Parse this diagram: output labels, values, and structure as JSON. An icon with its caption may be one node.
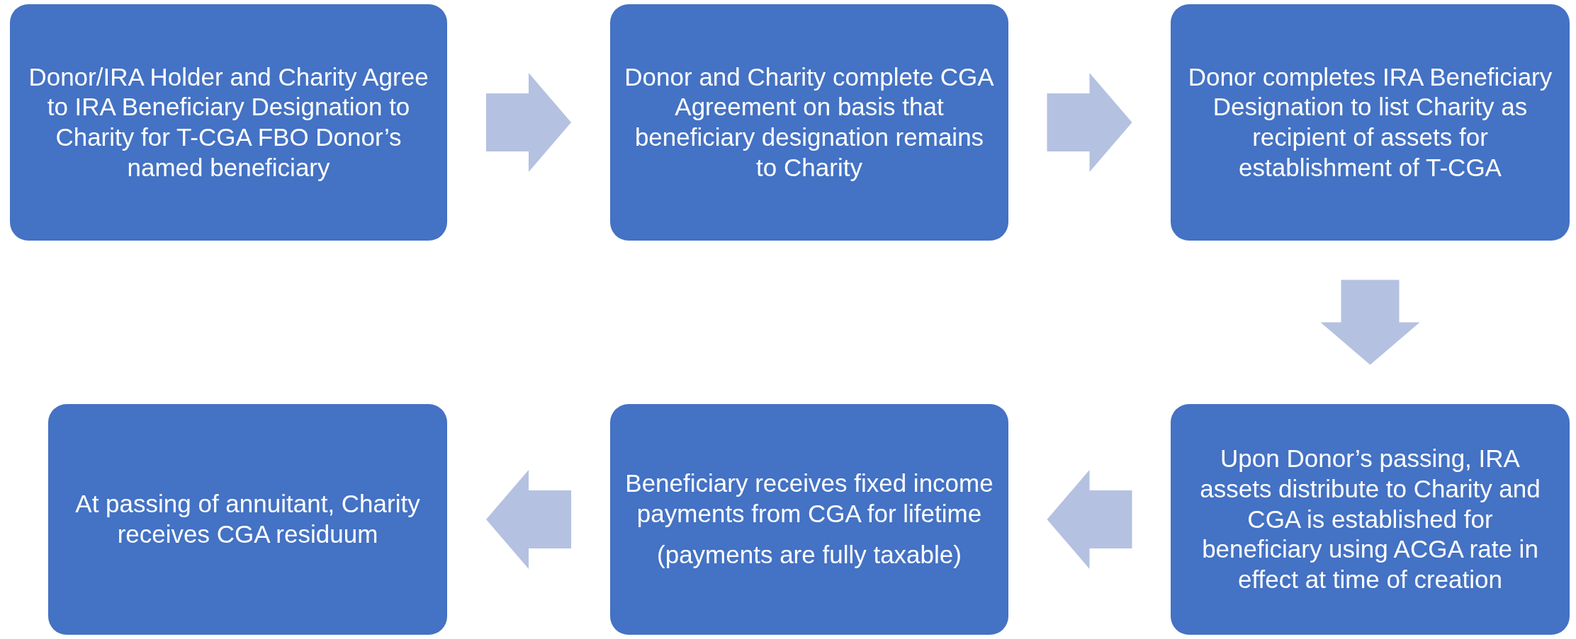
{
  "diagram": {
    "nodes": [
      {
        "text": [
          "Donor/IRA Holder and Charity Agree to IRA Beneficiary Designation to Charity for T-CGA FBO Donor’s named beneficiary"
        ]
      },
      {
        "text": [
          "Donor and Charity complete CGA Agreement on basis that beneficiary designation remains to Charity"
        ]
      },
      {
        "text": [
          "Donor completes IRA Beneficiary Designation to list Charity as recipient of assets for establishment of T-CGA"
        ]
      },
      {
        "text": [
          "Upon Donor’s passing, IRA assets distribute to Charity and CGA is established for beneficiary using ACGA rate in effect at time of creation"
        ]
      },
      {
        "text": [
          "Beneficiary receives fixed income payments from CGA for lifetime",
          "(payments are fully taxable)"
        ]
      },
      {
        "text": [
          "At passing of annuitant, Charity receives CGA residuum"
        ]
      }
    ],
    "edges": [
      {
        "from": 0,
        "to": 1,
        "arrow": "to"
      },
      {
        "from": 1,
        "to": 2,
        "arrow": "to"
      },
      {
        "from": 2,
        "to": 3,
        "arrow": "to"
      },
      {
        "from": 3,
        "to": 4,
        "arrow": "to"
      },
      {
        "from": 4,
        "to": 5,
        "arrow": "to"
      }
    ]
  }
}
